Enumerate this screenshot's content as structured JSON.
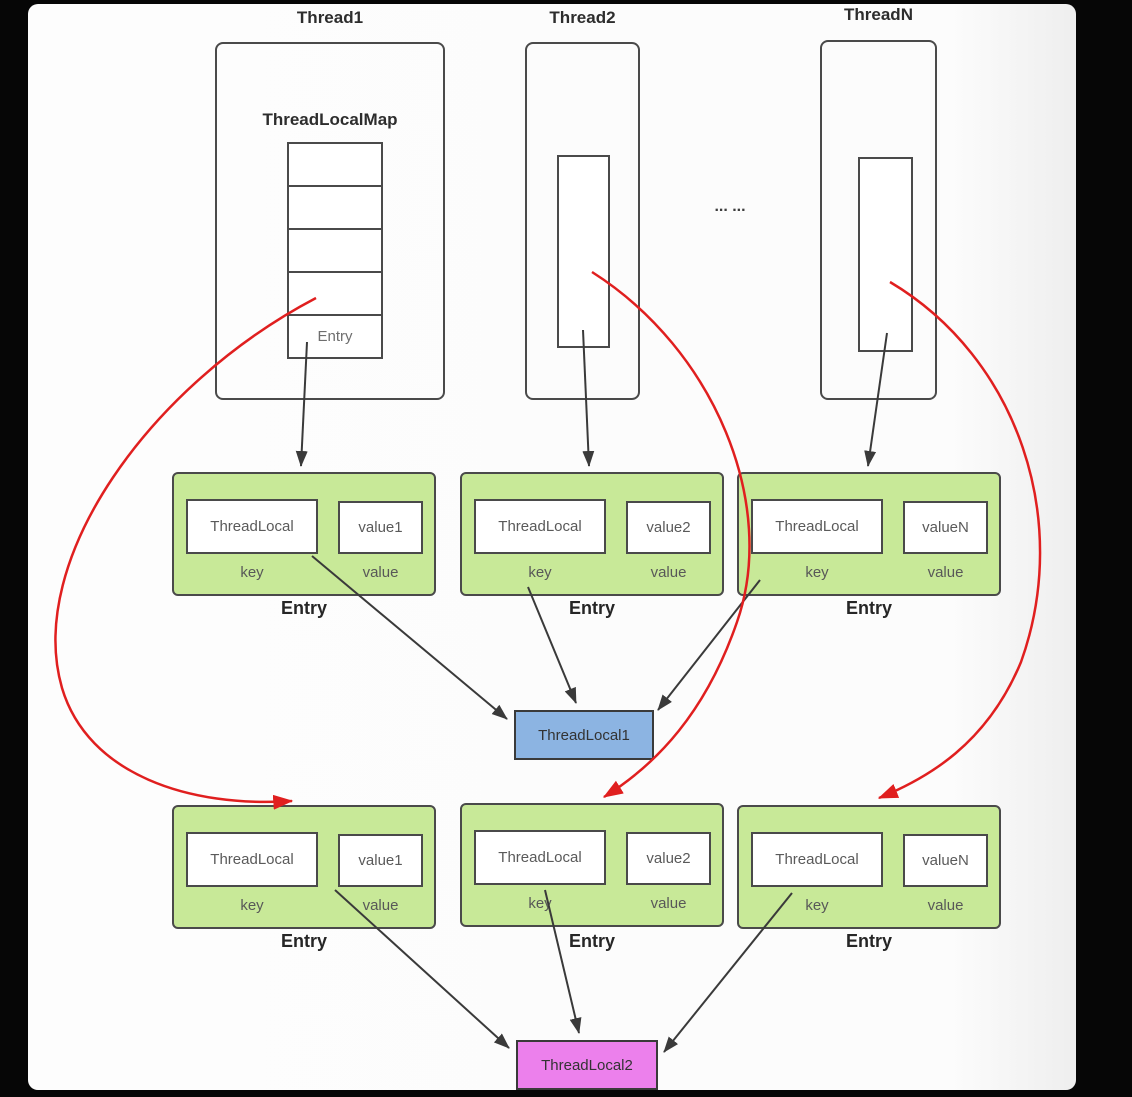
{
  "threads": [
    {
      "title": "Thread1",
      "map_label": "ThreadLocalMap",
      "cell_entry_label": "Entry"
    },
    {
      "title": "Thread2"
    },
    {
      "title": "ThreadN"
    }
  ],
  "ellipsis": "... ...",
  "row1": [
    {
      "key_text": "ThreadLocal",
      "value_text": "value1",
      "key_label": "key",
      "value_label": "value",
      "caption": "Entry"
    },
    {
      "key_text": "ThreadLocal",
      "value_text": "value2",
      "key_label": "key",
      "value_label": "value",
      "caption": "Entry"
    },
    {
      "key_text": "ThreadLocal",
      "value_text": "valueN",
      "key_label": "key",
      "value_label": "value",
      "caption": "Entry"
    }
  ],
  "row2": [
    {
      "key_text": "ThreadLocal",
      "value_text": "value1",
      "key_label": "key",
      "value_label": "value",
      "caption": "Entry"
    },
    {
      "key_text": "ThreadLocal",
      "value_text": "value2",
      "key_label": "key",
      "value_label": "value",
      "caption": "Entry"
    },
    {
      "key_text": "ThreadLocal",
      "value_text": "valueN",
      "key_label": "key",
      "value_label": "value",
      "caption": "Entry"
    }
  ],
  "shared_nodes": {
    "threadlocal1": "ThreadLocal1",
    "threadlocal2": "ThreadLocal2"
  },
  "colors": {
    "entry_fill": "#c8e998",
    "threadlocal1_fill": "#8cb4e2",
    "threadlocal2_fill": "#ec80ec",
    "arrow_red": "#e01f1f",
    "arrow_dark": "#3a3a3a",
    "background": "#000000",
    "panel": "#fdfdfd"
  }
}
